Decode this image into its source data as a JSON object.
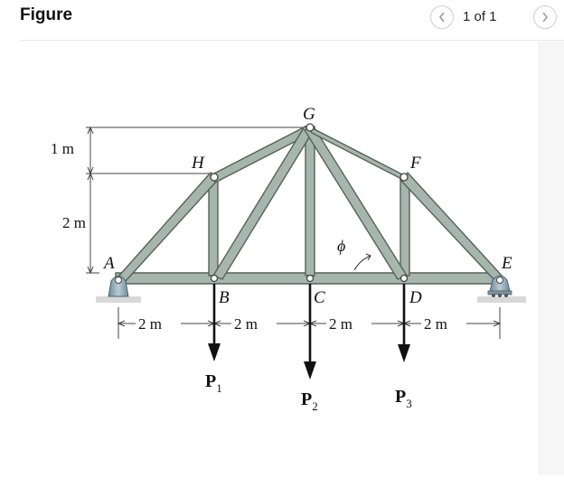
{
  "header": {
    "title": "Figure",
    "page_indicator": "1 of 1",
    "prev_icon": "chevron-left-icon",
    "next_icon": "chevron-right-icon"
  },
  "figure": {
    "joints": {
      "a": "A",
      "b": "B",
      "c": "C",
      "d": "D",
      "e": "E",
      "f": "F",
      "g": "G",
      "h": "H"
    },
    "dimensions": {
      "top": "1 m",
      "middle": "2 m",
      "span_ab": "2 m",
      "span_bc": "2 m",
      "span_cd": "2 m",
      "span_de": "2 m"
    },
    "angle_label": "ϕ",
    "loads": [
      {
        "letter": "P",
        "sub": "1"
      },
      {
        "letter": "P",
        "sub": "2"
      },
      {
        "letter": "P",
        "sub": "3"
      }
    ],
    "colors": {
      "member_fill": "#a6b6ac",
      "member_edge": "#55625a",
      "support_fill": "#8fa7b3"
    }
  }
}
